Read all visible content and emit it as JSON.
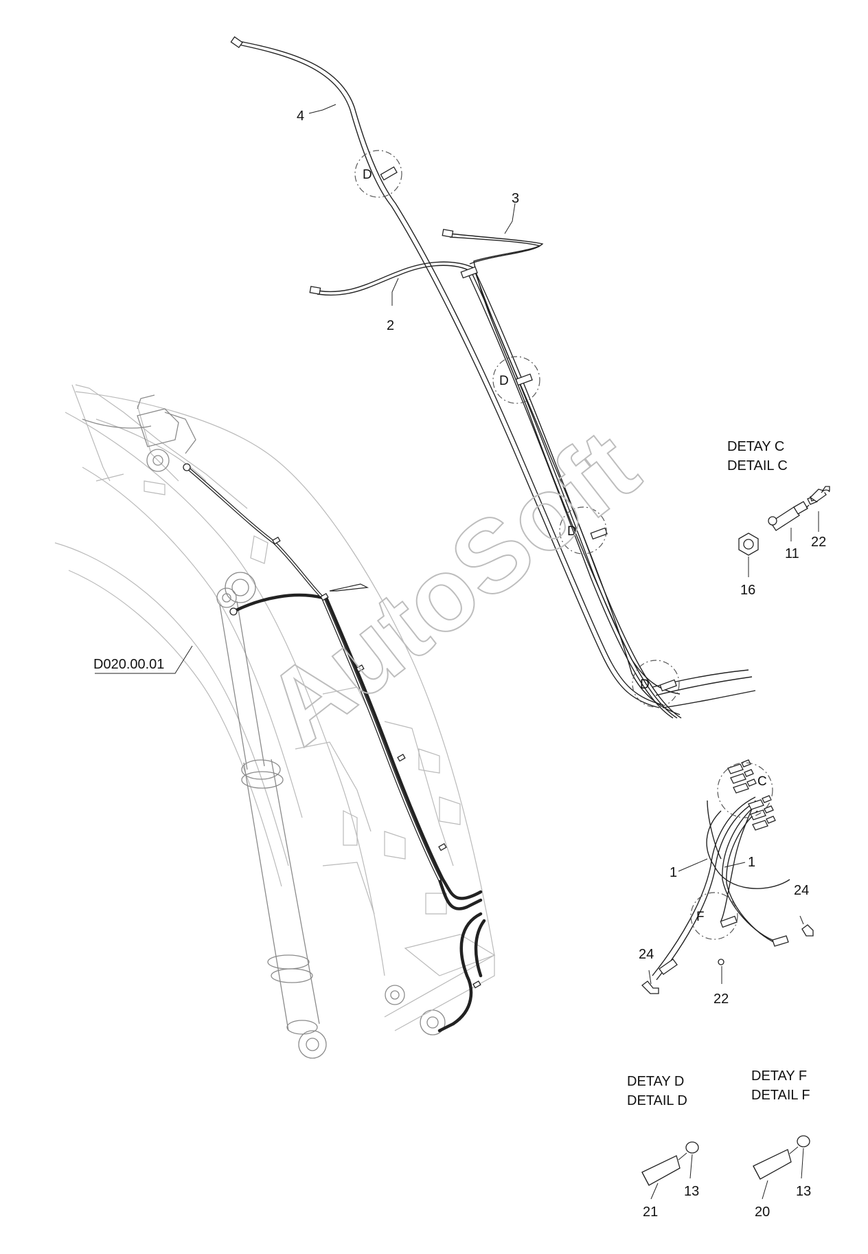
{
  "diagram": {
    "watermark": "AutoSoft",
    "reference_label": "D020.00.01",
    "callouts": {
      "hose_1a": "1",
      "hose_1b": "1",
      "hose_2": "2",
      "hose_3": "3",
      "hose_4": "4",
      "part_11": "11",
      "part_13_d": "13",
      "part_13_f": "13",
      "part_16": "16",
      "part_20": "20",
      "part_21": "21",
      "part_22_c": "22",
      "part_22_f": "22",
      "part_24_top": "24",
      "part_24_bottom": "24"
    },
    "detail_circles": {
      "d1": "D",
      "d2": "D",
      "d3": "D",
      "d4": "D",
      "c": "C",
      "f": "F"
    },
    "detail_c": {
      "title_tr": "DETAY C",
      "title_en": "DETAIL C"
    },
    "detail_d": {
      "title_tr": "DETAY D",
      "title_en": "DETAIL D"
    },
    "detail_f": {
      "title_tr": "DETAY F",
      "title_en": "DETAIL F"
    }
  }
}
